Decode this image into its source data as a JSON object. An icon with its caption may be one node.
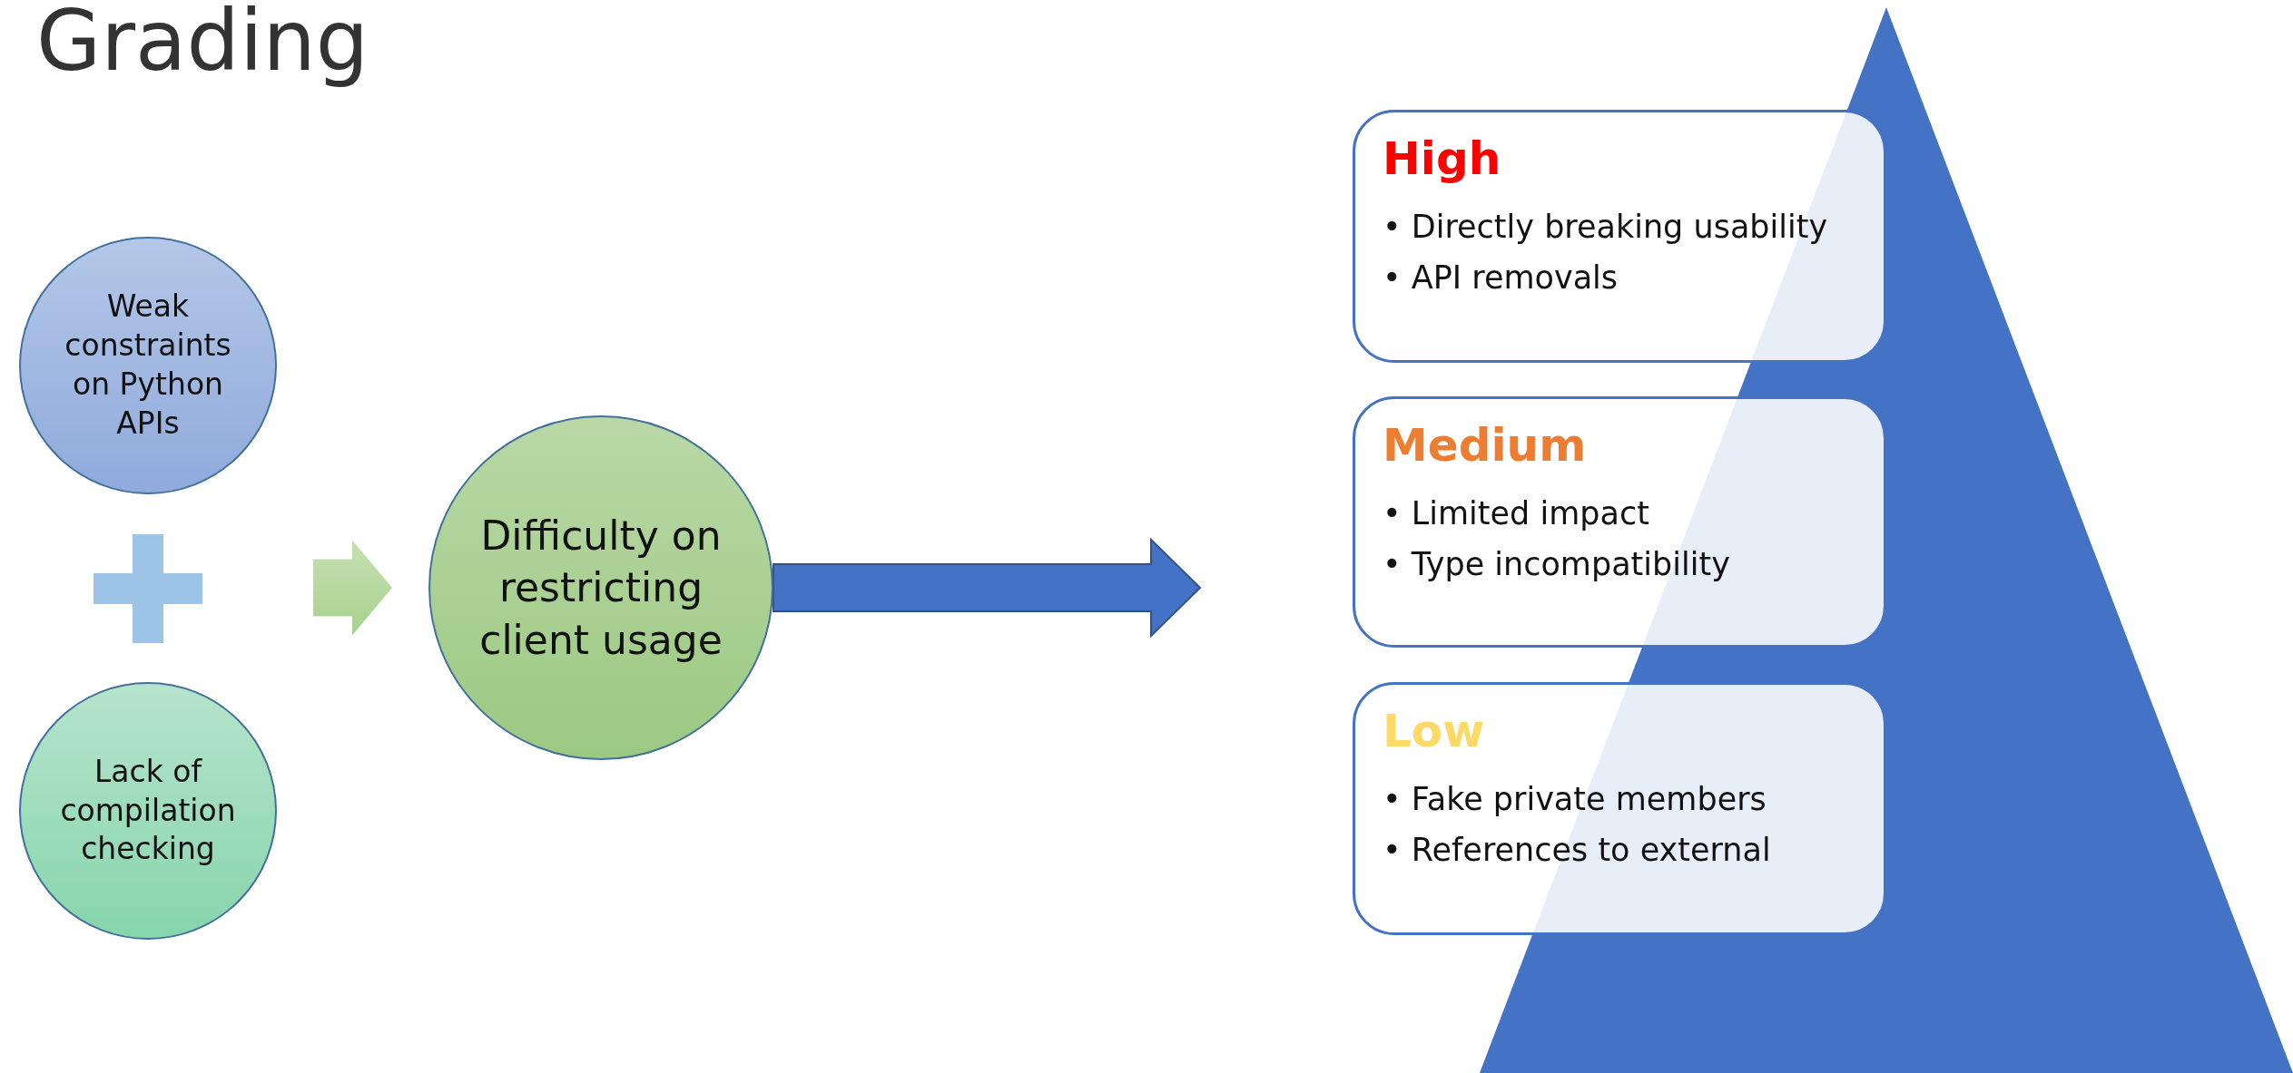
{
  "diagram": {
    "title": "Grading",
    "nodes": [
      {
        "text": [
          "Weak constraints on Python APIs"
        ]
      },
      {
        "text": [
          "Lack of compilation checking"
        ]
      },
      {
        "text": [
          "Difficulty on restricting client usage"
        ]
      },
      {
        "text": [
          "High",
          "• Directly breaking usability",
          "• API removals"
        ]
      },
      {
        "text": [
          "Medium",
          "• Limited impact",
          "• Type incompatibility"
        ]
      },
      {
        "text": [
          "Low",
          "• Fake private members",
          "• References to external"
        ]
      }
    ],
    "edges": [
      {
        "from": 0,
        "to": 2,
        "arrow": "to"
      },
      {
        "from": 1,
        "to": 2,
        "arrow": "to"
      },
      {
        "from": 2,
        "to": null,
        "arrow": "to",
        "color": "#4472c4"
      }
    ]
  }
}
